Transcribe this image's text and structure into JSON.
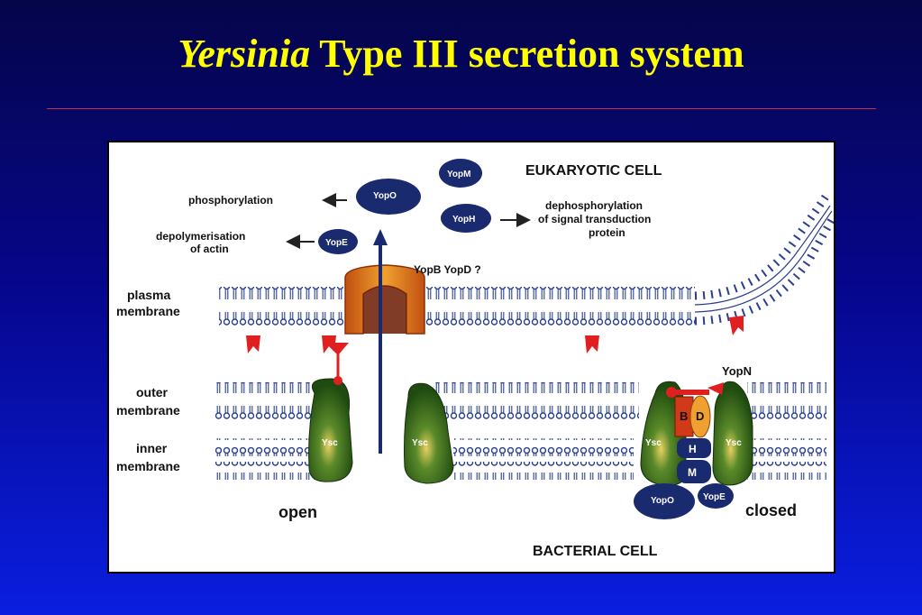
{
  "title": {
    "italic": "Yersinia",
    "rest": " Type III secretion system"
  },
  "labels": {
    "eukaryotic_cell": "EUKARYOTIC CELL",
    "bacterial_cell": "BACTERIAL CELL",
    "plasma_membrane_1": "plasma",
    "plasma_membrane_2": "membrane",
    "outer_membrane_1": "outer",
    "outer_membrane_2": "membrane",
    "inner_membrane_1": "inner",
    "inner_membrane_2": "membrane",
    "phosphorylation": "phosphorylation",
    "depolymerisation_1": "depolymerisation",
    "depolymerisation_2": "of actin",
    "dephos_1": "dephosphorylation",
    "dephos_2": "of signal transduction",
    "dephos_3": "protein",
    "yopb_yopd": "YopB  YopD ?",
    "yopn": "YopN",
    "open": "open",
    "closed": "closed"
  },
  "proteins": {
    "yopm": "YopM",
    "yopo_top": "YopO",
    "yoph": "YopH",
    "yope_top": "YopE",
    "ysc": "Ysc",
    "b": "B",
    "d": "D",
    "h": "H",
    "m": "M",
    "yopo_bottom": "YopO",
    "yope_bottom": "YopE"
  },
  "colors": {
    "protein_navy": "#1a2a6e",
    "ysc_green": "#2f6a1a",
    "pore_orange": "#e08020",
    "chaperone_red": "#e02020",
    "title_yellow": "#ffff00"
  }
}
